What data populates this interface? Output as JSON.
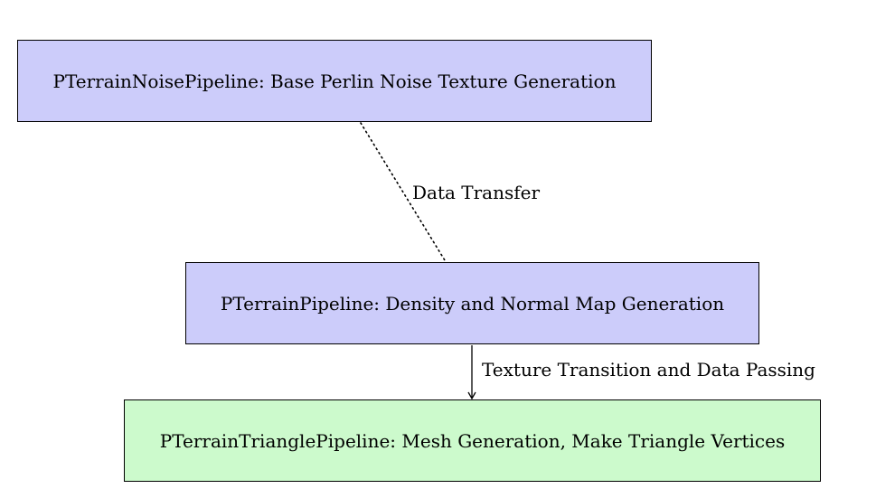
{
  "colors": {
    "blue_fill": "#ccccfa",
    "green_fill": "#ccfacc",
    "stroke": "#000000"
  },
  "nodes": {
    "noise": {
      "label": "PTerrainNoisePipeline: Base Perlin Noise Texture Generation"
    },
    "terrain": {
      "label": "PTerrainPipeline: Density and Normal Map Generation"
    },
    "triangle": {
      "label": "PTerrainTrianglePipeline: Mesh Generation, Make Triangle Vertices"
    }
  },
  "edges": {
    "data_transfer": {
      "label": "Data Transfer",
      "style": "dotted"
    },
    "texture_transition": {
      "label": "Texture Transition and Data Passing",
      "style": "solid-arrow"
    }
  }
}
